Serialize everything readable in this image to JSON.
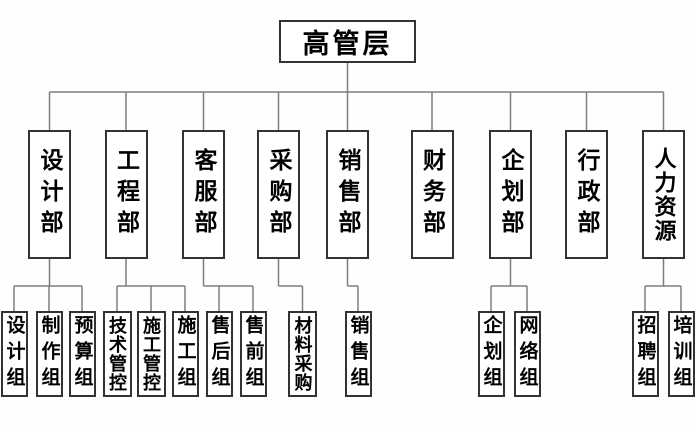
{
  "colors": {
    "background": "#fefefe",
    "box_fill": "#ffffff",
    "box_border": "#333333",
    "connector": "#7e7e7e",
    "text": "#000000"
  },
  "org_chart": {
    "type": "org-tree",
    "root": {
      "id": "executive",
      "label": "高管层"
    },
    "departments": [
      {
        "id": "design",
        "label": "设计部",
        "groups": [
          {
            "id": "design-group",
            "label": "设计组"
          },
          {
            "id": "production-group",
            "label": "制作组"
          },
          {
            "id": "budget-group",
            "label": "预算组"
          }
        ]
      },
      {
        "id": "engineering",
        "label": "工程部",
        "groups": [
          {
            "id": "tech-control",
            "label": "技术管控"
          },
          {
            "id": "construction-control",
            "label": "施工管控"
          },
          {
            "id": "construction-group",
            "label": "施工组"
          }
        ]
      },
      {
        "id": "customer-service",
        "label": "客服部",
        "groups": [
          {
            "id": "after-sales-group",
            "label": "售后组"
          },
          {
            "id": "pre-sales-group",
            "label": "售前组"
          }
        ]
      },
      {
        "id": "procurement",
        "label": "采购部",
        "groups": [
          {
            "id": "material-procurement",
            "label": "材料采购"
          }
        ]
      },
      {
        "id": "sales",
        "label": "销售部",
        "groups": [
          {
            "id": "sales-group",
            "label": "销售组"
          }
        ]
      },
      {
        "id": "finance",
        "label": "财务部",
        "groups": []
      },
      {
        "id": "planning",
        "label": "企划部",
        "groups": [
          {
            "id": "planning-group",
            "label": "企划组"
          },
          {
            "id": "network-group",
            "label": "网络组"
          }
        ]
      },
      {
        "id": "administration",
        "label": "行政部",
        "groups": []
      },
      {
        "id": "human-resources",
        "label": "人力资源",
        "groups": [
          {
            "id": "recruitment-group",
            "label": "招聘组"
          },
          {
            "id": "training-group",
            "label": "培训组"
          }
        ]
      }
    ]
  }
}
